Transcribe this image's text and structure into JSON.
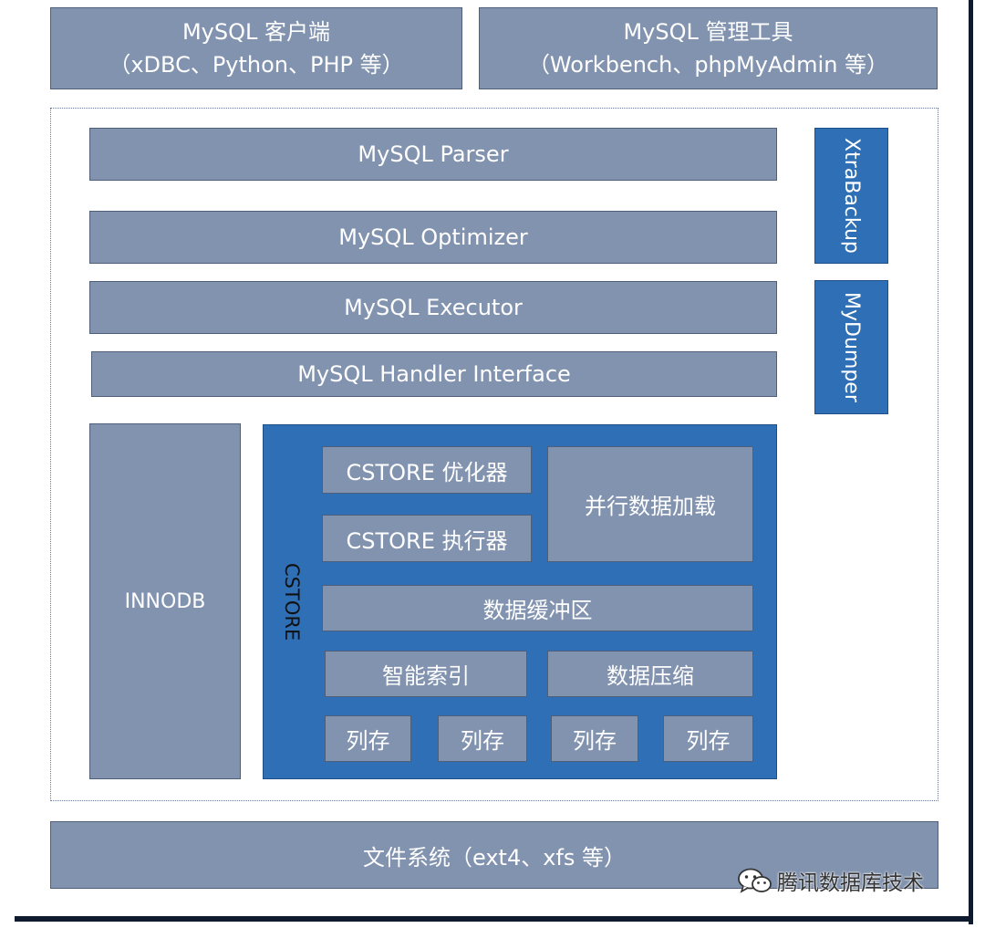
{
  "top": {
    "client": {
      "title": "MySQL 客户端",
      "subtitle": "（xDBC、Python、PHP 等）"
    },
    "tools": {
      "title": "MySQL 管理工具",
      "subtitle": "（Workbench、phpMyAdmin 等）"
    }
  },
  "layers": {
    "parser": "MySQL Parser",
    "optimizer": "MySQL Optimizer",
    "executor": "MySQL Executor",
    "handler": "MySQL Handler Interface"
  },
  "side": {
    "xtrabackup": "XtraBackup",
    "mydumper": "MyDumper"
  },
  "engines": {
    "innodb": "INNODB",
    "cstore": "CSTORE"
  },
  "cstore": {
    "optimizer": "CSTORE 优化器",
    "executor": "CSTORE 执行器",
    "parallel_load": "并行数据加载",
    "buffer": "数据缓冲区",
    "smart_index": "智能索引",
    "compression": "数据压缩",
    "column_stores": [
      "列存",
      "列存",
      "列存",
      "列存"
    ]
  },
  "filesystem": "文件系统（ext4、xfs 等）",
  "watermark": "腾讯数据库技术",
  "colors": {
    "gray_box": "#8293af",
    "blue_box": "#2f6fb5"
  }
}
